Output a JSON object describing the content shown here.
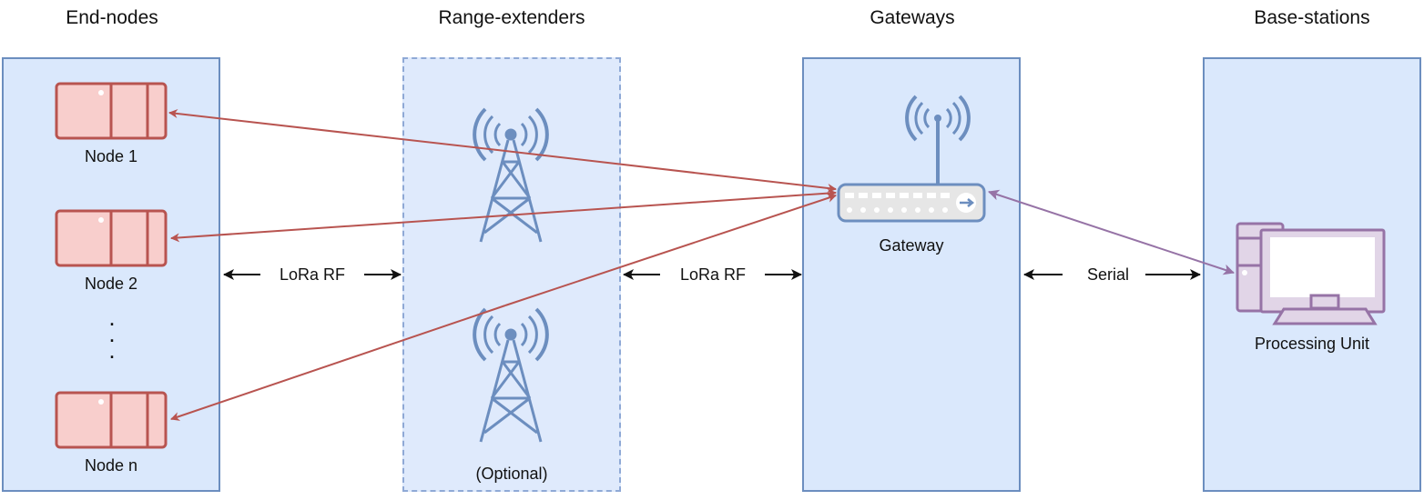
{
  "columns": {
    "end_nodes": "End-nodes",
    "range_extenders": "Range-extenders",
    "gateways": "Gateways",
    "base_stations": "Base-stations"
  },
  "nodes": [
    "Node 1",
    "Node 2",
    "Node n"
  ],
  "ellipsis": ".\n.\n.",
  "range_extender_note": "(Optional)",
  "gateway_label": "Gateway",
  "processing_unit_label": "Processing Unit",
  "links": {
    "end_to_extender": "LoRa RF",
    "extender_to_gateway": "LoRa RF",
    "gateway_to_base": "Serial"
  },
  "colors": {
    "panel_fill": "#dae8fc",
    "panel_border": "#6c8ebf",
    "node_fill": "#f8cecc",
    "node_border": "#b85450",
    "tower": "#6c8ebf",
    "processing_unit": "#9673a6",
    "processing_fill": "#e1d5e7"
  }
}
